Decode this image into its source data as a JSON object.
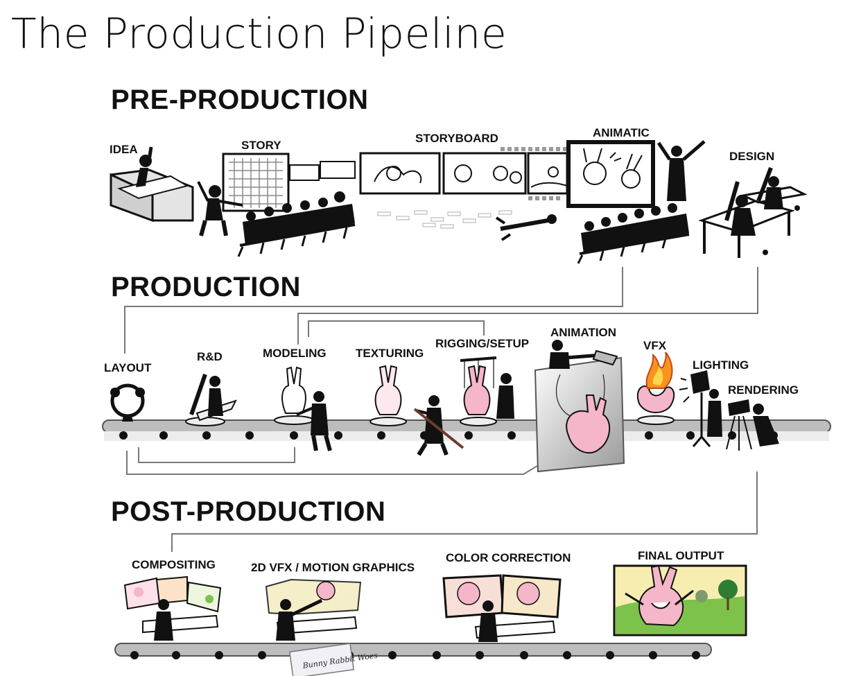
{
  "title": "The Production Pipeline",
  "sections": {
    "pre": "PRE-PRODUCTION",
    "prod": "PRODUCTION",
    "post": "POST-PRODUCTION"
  },
  "pre_production": [
    "IDEA",
    "STORY",
    "STORYBOARD",
    "ANIMATIC",
    "DESIGN"
  ],
  "production": [
    "LAYOUT",
    "R&D",
    "MODELING",
    "TEXTURING",
    "RIGGING/SETUP",
    "ANIMATION",
    "VFX",
    "LIGHTING",
    "RENDERING"
  ],
  "post_production": [
    "COMPOSITING",
    "2D VFX / MOTION GRAPHICS",
    "COLOR CORRECTION",
    "FINAL OUTPUT"
  ],
  "tape_label": "Bunny Rabbit Woes",
  "colors": {
    "ink": "#111111",
    "bunny": "#f4b6c8",
    "fire": "#f7941d",
    "sky": "#f6eeb0",
    "grass": "#7dc24b"
  }
}
